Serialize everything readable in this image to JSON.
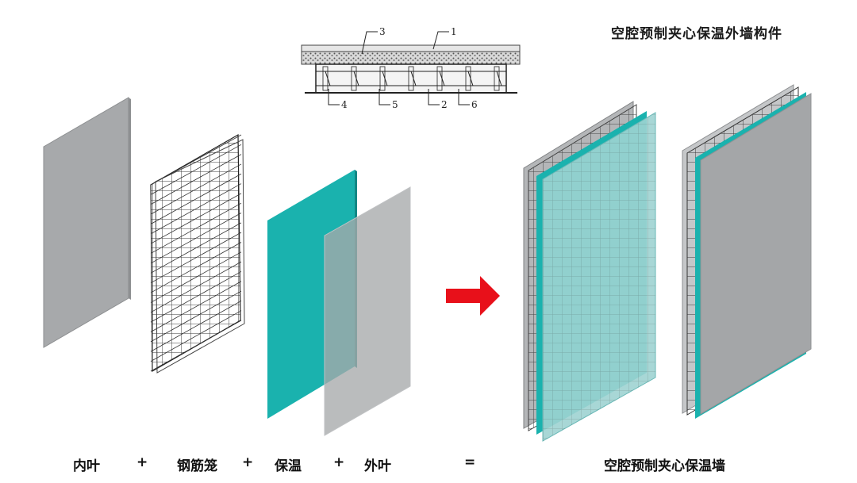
{
  "title": "空腔预制夹心保温外墙构件",
  "callouts": [
    "1",
    "2",
    "3",
    "4",
    "5",
    "6"
  ],
  "captions": {
    "inner_leaf": "内叶",
    "plus": "+",
    "steel_cage": "钢筋笼",
    "insulation": "保温",
    "outer_leaf": "外叶",
    "equals": "=",
    "result": "空腔预制夹心保温墙"
  },
  "colors": {
    "panel_gray": "#a7a9ab",
    "panel_edge": "#8d8f91",
    "insulation_teal": "#1ab2ae",
    "arrow_red": "#e8101a",
    "rebar": "#333333"
  },
  "icons": [
    "right-arrow-icon"
  ]
}
